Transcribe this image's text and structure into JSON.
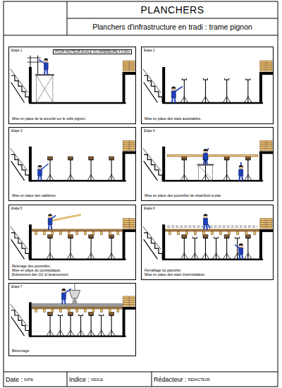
{
  "diagram": {
    "title": "PLANCHERS",
    "nodes": [
      {
        "text": [
          "Planchers d'infrastructure en tradi : trame pignon"
        ]
      },
      {
        "text": [
          "Etape 1",
          "Mise en place de la sécurité sur le voile pignon."
        ]
      },
      {
        "text": [
          "POUR HAUTEUR EGALE OU INFERIEURE A 3.00m"
        ],
        "in": 1
      },
      {
        "text": [
          "Etape 2",
          "Mise en place des étais autostables."
        ]
      },
      {
        "text": [
          "Etape 3",
          "Mise en place des sablières."
        ]
      },
      {
        "text": [
          "Etape 4",
          "Mise en place des poutrelles de répartition à plat."
        ]
      },
      {
        "text": [
          "Etape 5",
          "Relevage des poutrelles.",
          "Mise en place du contreplaqué.",
          "Enlèvement des GC à l'avancement."
        ]
      },
      {
        "text": [
          "Etape 6",
          "Ferraillage du plancher.",
          "Mise en place des étais intermédiaires."
        ]
      },
      {
        "text": [
          "Etape 7",
          "Bétonnage"
        ]
      },
      {
        "text": [
          "Date :",
          "DATE"
        ]
      },
      {
        "text": [
          "Indice :",
          "INDICE"
        ]
      },
      {
        "text": [
          "Rédacteur :",
          "REDACTEUR"
        ]
      }
    ]
  }
}
